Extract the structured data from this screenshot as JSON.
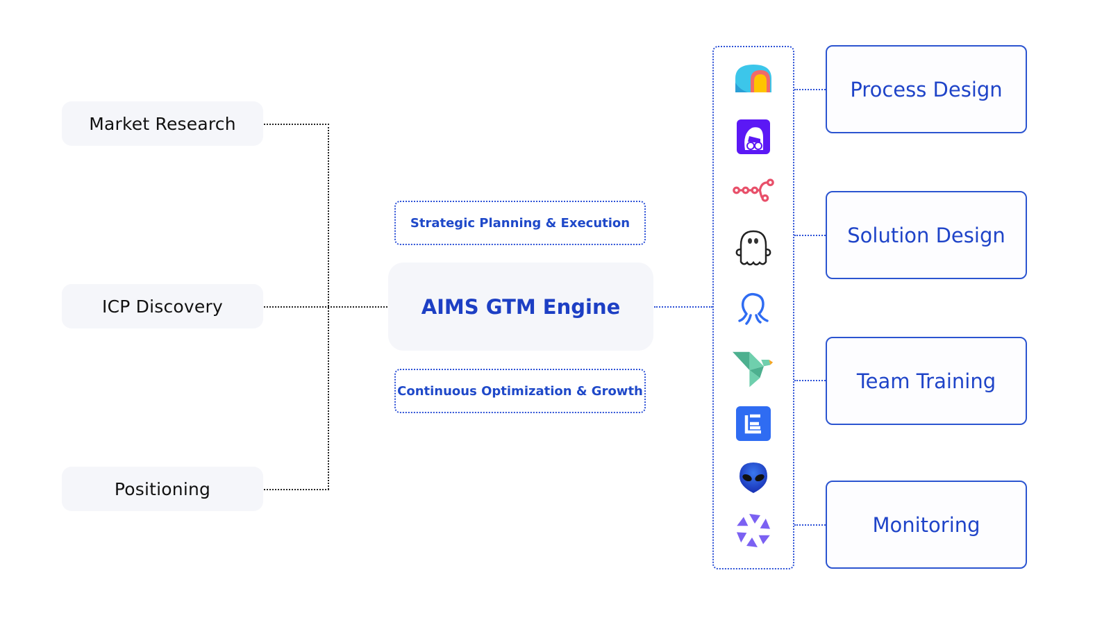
{
  "left_column": {
    "items": [
      {
        "label": "Market Research"
      },
      {
        "label": "ICP Discovery"
      },
      {
        "label": "Positioning"
      }
    ]
  },
  "center": {
    "top_label": "Strategic Planning & Execution",
    "title": "AIMS GTM Engine",
    "bottom_label": "Continuous Optimization & Growth"
  },
  "tools": {
    "icons": [
      "tunnel-arch-logo-icon",
      "purple-glasses-avatar-icon",
      "node-graph-logo-icon",
      "ghost-logo-icon",
      "octopus-logo-icon",
      "geometric-bird-logo-icon",
      "blue-e-square-logo-icon",
      "alien-head-logo-icon",
      "purple-aperture-logo-icon"
    ]
  },
  "right_column": {
    "items": [
      {
        "label": "Process Design"
      },
      {
        "label": "Solution Design"
      },
      {
        "label": "Team Training"
      },
      {
        "label": "Monitoring"
      }
    ]
  },
  "colors": {
    "accent_blue": "#1f44c8",
    "box_fill": "#f5f6fa",
    "text_dark": "#111111"
  }
}
